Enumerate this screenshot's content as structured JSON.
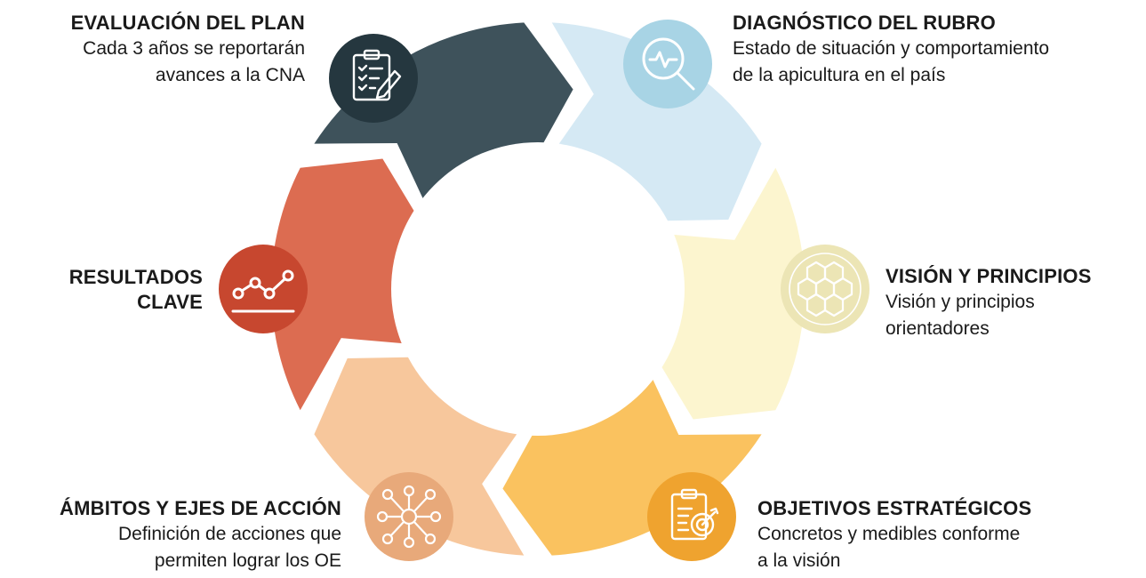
{
  "colors": {
    "evaluacion": "#3e525b",
    "diagnostico": "#d5e9f4",
    "vision": "#fcf5cf",
    "objetivos": "#fac25f",
    "ambitos": "#f7c79c",
    "resultados": "#dc6c51",
    "badge_evaluacion": "#25373f",
    "badge_diagnostico": "#a8d4e5",
    "badge_vision": "#ece5b5",
    "badge_objetivos": "#efa32f",
    "badge_ambitos": "#e8a97a",
    "badge_resultados": "#c7472f"
  },
  "stages": {
    "evaluacion": {
      "title": "EVALUACIÓN DEL PLAN",
      "desc_line1": "Cada 3 años se reportarán",
      "desc_line2": "avances a la CNA",
      "icon": "clipboard-checklist-icon"
    },
    "diagnostico": {
      "title": "DIAGNÓSTICO DEL RUBRO",
      "desc_line1": "Estado de situación y comportamiento",
      "desc_line2": "de la apicultura en el país",
      "icon": "magnifier-pulse-icon"
    },
    "vision": {
      "title": "VISIÓN Y PRINCIPIOS",
      "desc_line1": "Visión y principios",
      "desc_line2": "orientadores",
      "icon": "honeycomb-icon"
    },
    "objetivos": {
      "title": "OBJETIVOS ESTRATÉGICOS",
      "desc_line1": "Concretos y medibles conforme",
      "desc_line2": "a la visión",
      "icon": "clipboard-target-icon"
    },
    "ambitos": {
      "title": "ÁMBITOS Y EJES DE ACCIÓN",
      "desc_line1": "Definición de acciones que",
      "desc_line2": "permiten lograr los OE",
      "icon": "network-nodes-icon"
    },
    "resultados": {
      "title_line1": "RESULTADOS",
      "title_line2": "CLAVE",
      "icon": "line-chart-icon"
    }
  }
}
